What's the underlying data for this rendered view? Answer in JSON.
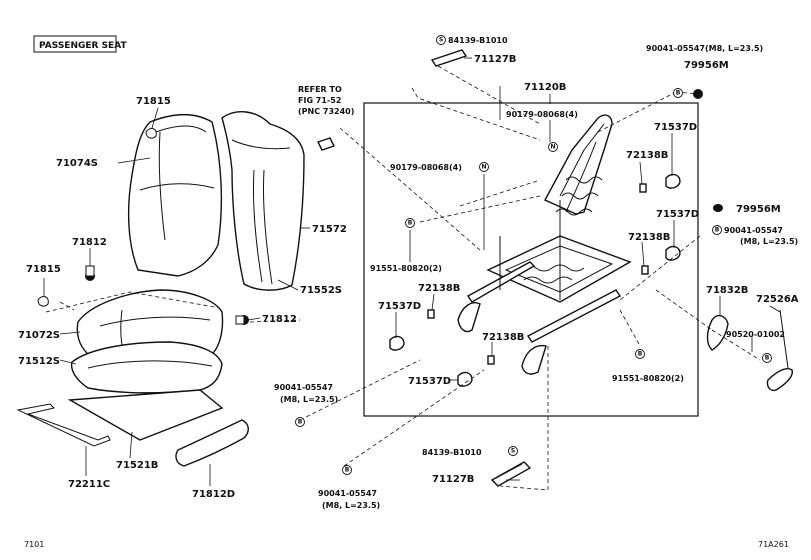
{
  "diagram_label": "PASSENGER SEAT",
  "parts": {
    "p71815a": "71815",
    "p71074s": "71074S",
    "p71572": "71572",
    "p71552s": "71552S",
    "p71812a": "71812",
    "p71815b": "71815",
    "p71812b": "71812",
    "p71072s": "71072S",
    "p71512s": "71512S",
    "p71521b": "71521B",
    "p72211c": "72211C",
    "p71812d": "71812D",
    "p71120b": "71120B",
    "p84139_top": "84139-B1010",
    "p71127b_top": "71127B",
    "p90041_tr": "90041-05547(M8, L=23.5)",
    "p79956m_top": "79956M",
    "p90179_r": "90179-08068(4)",
    "p90179_l": "90179-08068(4)",
    "p71537d_1": "71537D",
    "p72138b_1": "72138B",
    "p71537d_2": "71537D",
    "p79956m_r": "79956M",
    "p90041_r1": "90041-05547",
    "p90041_r2": "(M8, L=23.5)",
    "p72138b_2": "72138B",
    "p91551_l": "91551-80820(2)",
    "p72138b_3": "72138B",
    "p71537d_3": "71537D",
    "p71832b": "71832B",
    "p72526a": "72526A",
    "p90520": "90520-01002",
    "p72138b_4": "72138B",
    "p91551_r": "91551-80820(2)",
    "p71537d_4": "71537D",
    "p90041_bl1": "90041-05547",
    "p90041_bl2": "(M8, L=23.5)",
    "p84139_bot": "84139-B1010",
    "p71127b_bot": "71127B",
    "p90041_b1": "90041-05547",
    "p90041_b2": "(M8, L=23.5)"
  },
  "refer": {
    "line1": "REFER TO",
    "line2": "FIG 71-52",
    "line3": "(PNC 73240)"
  },
  "symbols": {
    "s": "S",
    "b": "B",
    "n": "N"
  },
  "footer": {
    "left": "7101",
    "right": "71A261"
  }
}
